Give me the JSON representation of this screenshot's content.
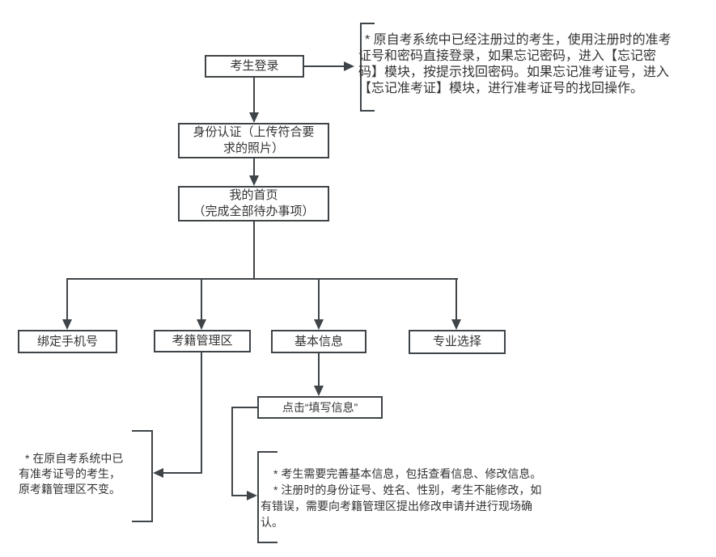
{
  "diagram": {
    "boxes": {
      "login": {
        "label": "考生登录"
      },
      "identity": {
        "line1": "身份认证（上传符合要",
        "line2": "求的照片）"
      },
      "home": {
        "line1": "我的首页",
        "line2": "（完成全部待办事项）"
      },
      "bind_phone": {
        "label": "绑定手机号"
      },
      "registry": {
        "label": "考籍管理区"
      },
      "basic_info": {
        "label": "基本信息"
      },
      "major": {
        "label": "专业选择"
      },
      "fill_info": {
        "label": "点击“填写信息”"
      }
    },
    "annotations": {
      "login_note": {
        "lines": [
          "* 原自考系统中已经注册过的考生，使用注册时的准考",
          "证号和密码直接登录，如果忘记密码，进入【忘记密",
          "码】模块，按提示找回密码。如果忘记准考证号，进入",
          "【忘记准考证】模块，进行准考证号的找回操作。"
        ]
      },
      "registry_note": {
        "lines": [
          "* 在原自考系统中已",
          "有准考证号的考生，",
          "原考籍管理区不变。"
        ]
      },
      "basic_info_note": {
        "lines": [
          "* 考生需要完善基本信息，包括查看信息、修改信息。",
          "* 注册时的身份证号、姓名、性别，考生不能修改，如",
          "有错误，需要向考籍管理区提出修改申请并进行现场确",
          "认。"
        ]
      }
    },
    "colors": {
      "line": "#3f4448",
      "text": "#333333",
      "background": "#ffffff"
    }
  }
}
